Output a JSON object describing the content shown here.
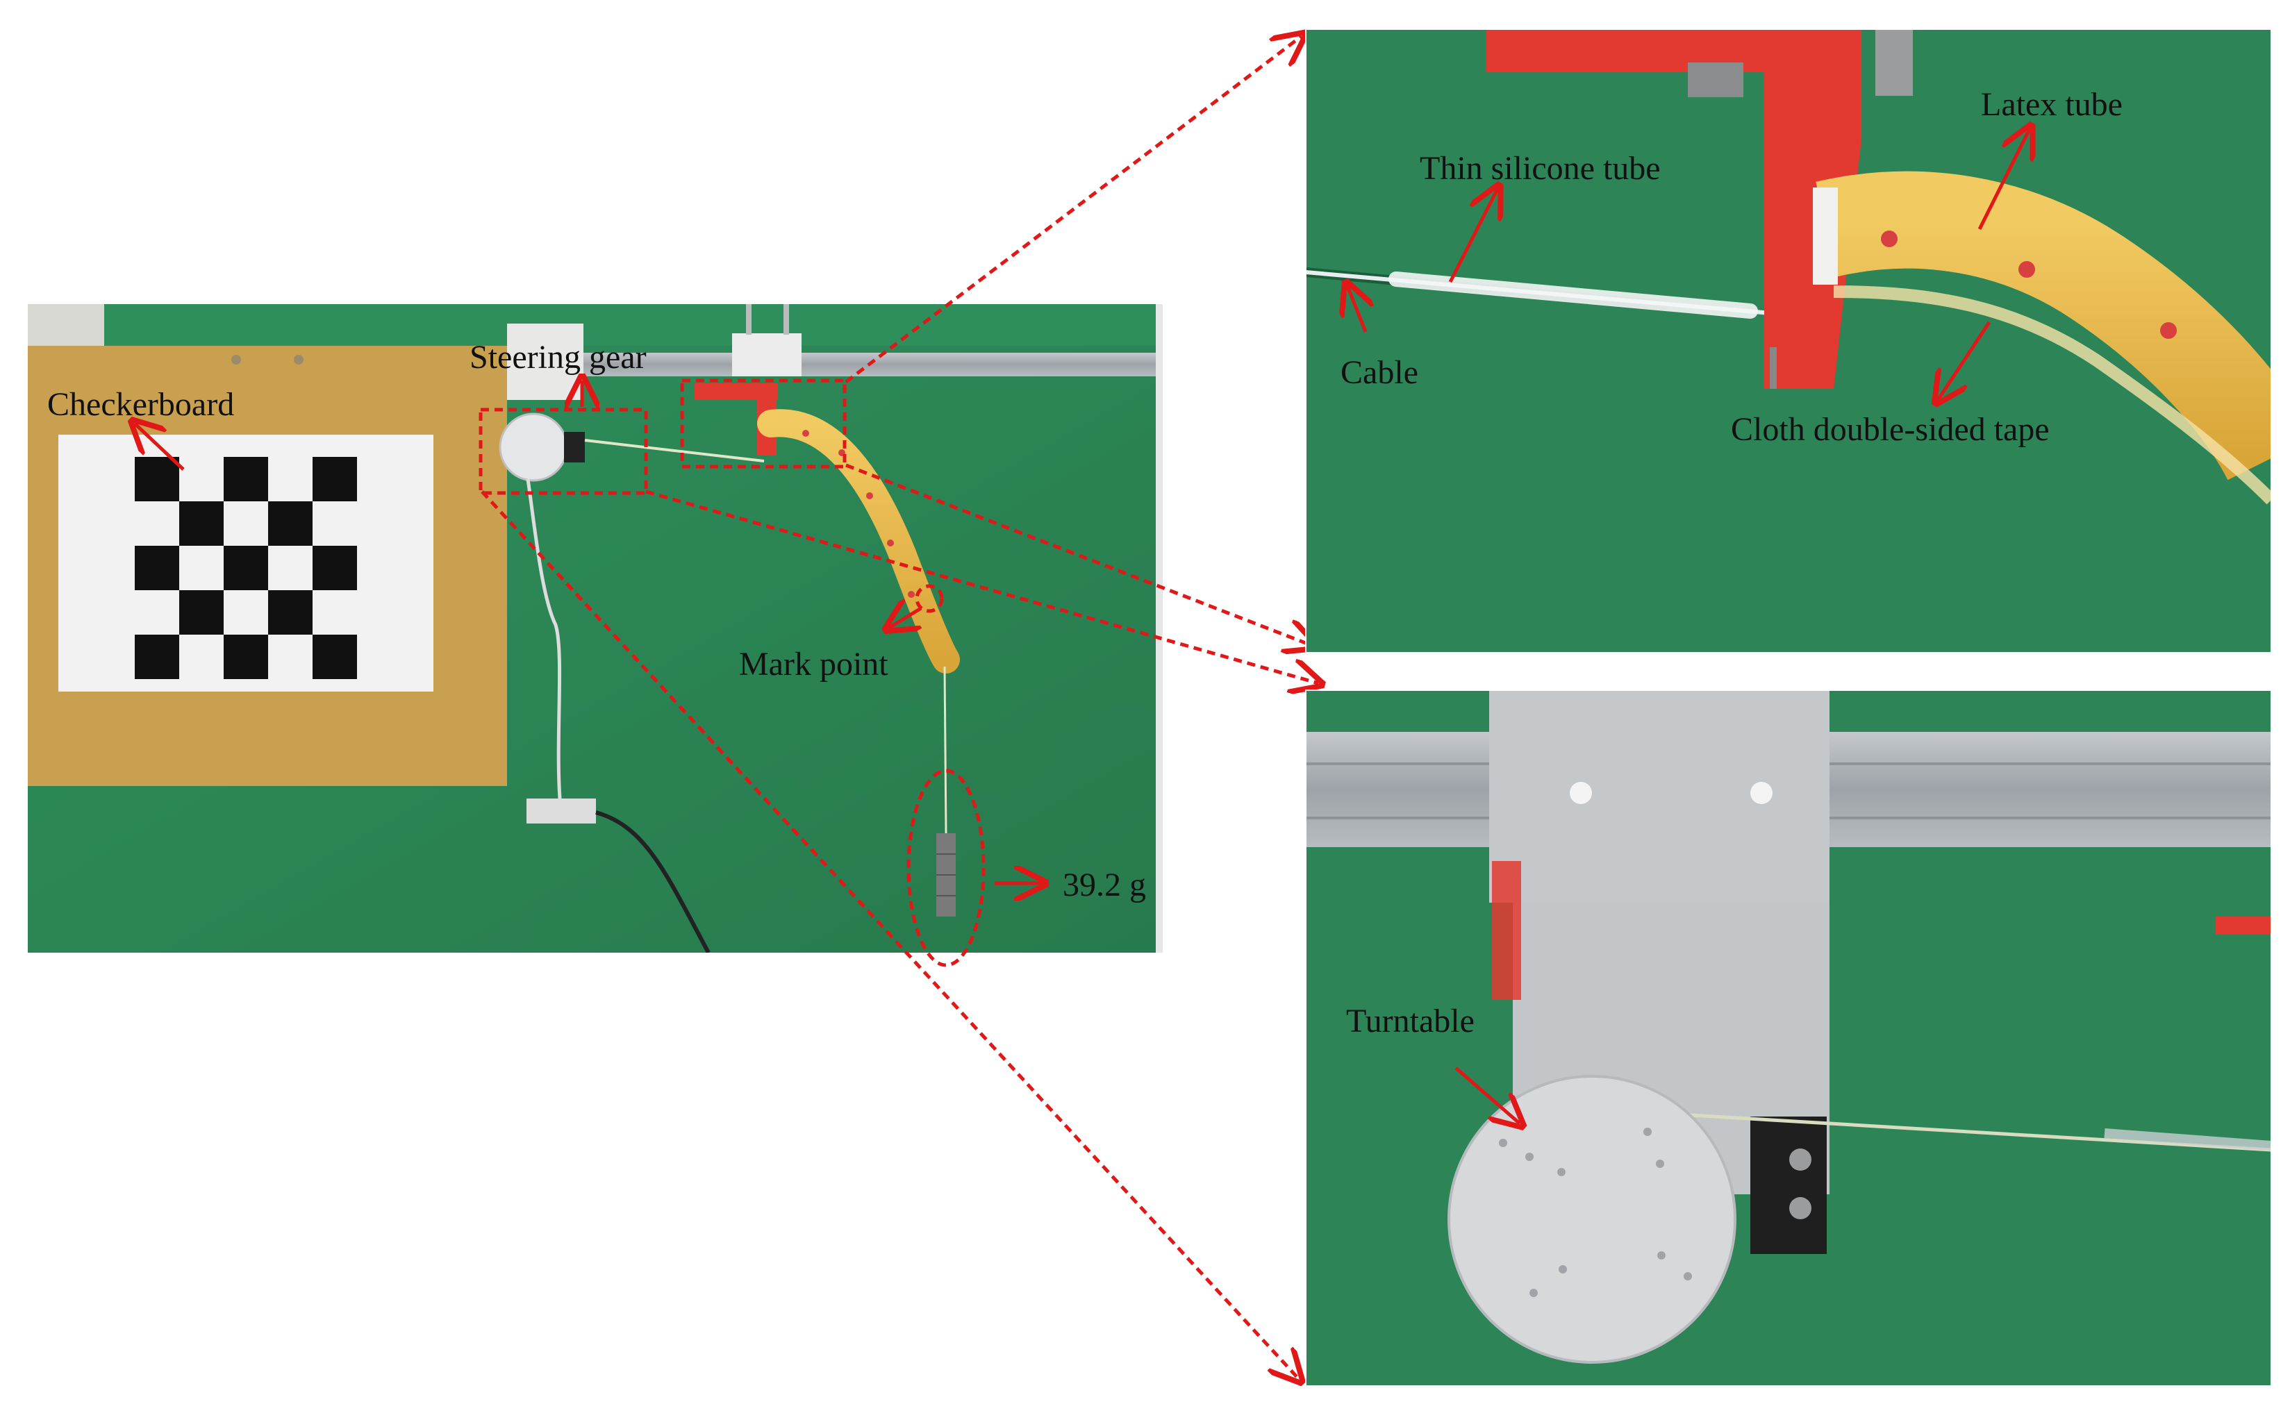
{
  "labels": {
    "checkerboard": "Checkerboard",
    "steering_gear": "Steering gear",
    "mark_point": "Mark point",
    "weight": "39.2 g",
    "thin_silicone_tube": "Thin silicone tube",
    "latex_tube": "Latex tube",
    "cable": "Cable",
    "cloth_tape": "Cloth double-sided tape",
    "turntable": "Turntable"
  },
  "colors": {
    "background_green": "#2e8a58",
    "board_tan": "#c9a050",
    "latex_yellow": "#e8b84a",
    "mount_red": "#e23a30",
    "annotation_red": "#e01818",
    "turntable_grey": "#d6d8da"
  }
}
